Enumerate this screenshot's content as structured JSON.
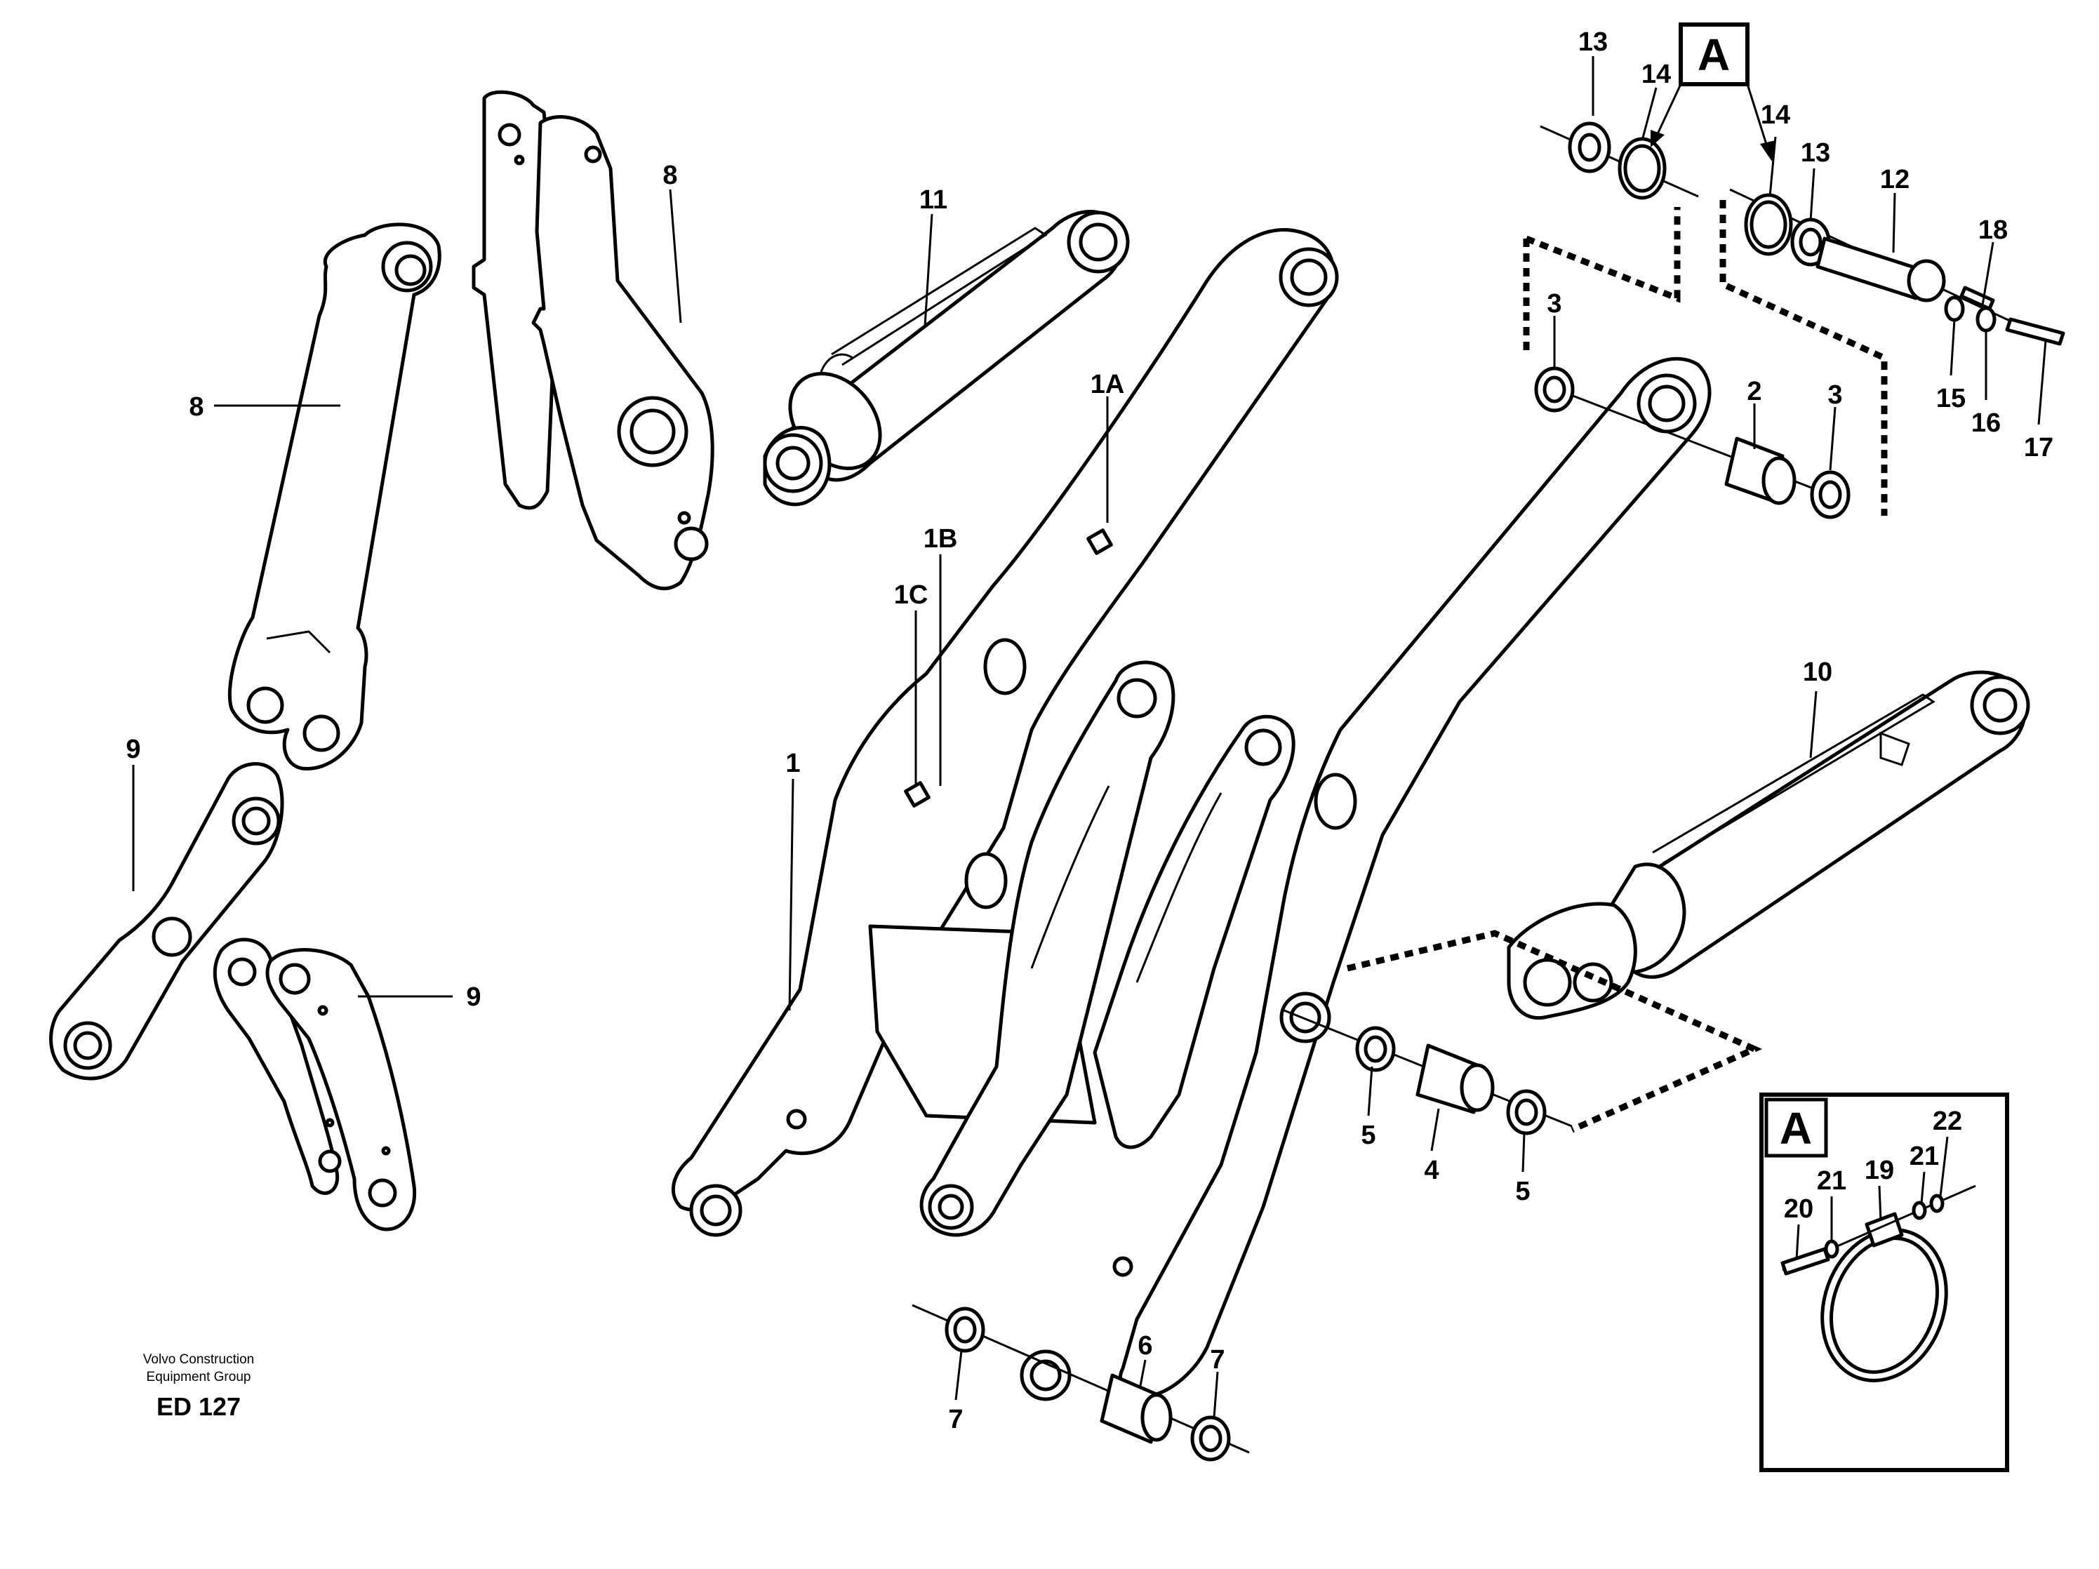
{
  "footer": {
    "company_line1": "Volvo Construction",
    "company_line2": "Equipment Group",
    "code": "ED 127"
  },
  "detail_box_letter": "A",
  "labels": {
    "l1": "1",
    "l1A": "1A",
    "l1B": "1B",
    "l1C": "1C",
    "l2": "2",
    "l3a": "3",
    "l3b": "3",
    "l4": "4",
    "l5a": "5",
    "l5b": "5",
    "l6": "6",
    "l7a": "7",
    "l7b": "7",
    "l8a": "8",
    "l8b": "8",
    "l9a": "9",
    "l9b": "9",
    "l10": "10",
    "l11": "11",
    "l12": "12",
    "l13a": "13",
    "l13b": "13",
    "l14a": "14",
    "l14b": "14",
    "l15": "15",
    "l16": "16",
    "l17": "17",
    "l18": "18",
    "l19": "19",
    "l20": "20",
    "l21a": "21",
    "l21b": "21",
    "l22": "22"
  }
}
